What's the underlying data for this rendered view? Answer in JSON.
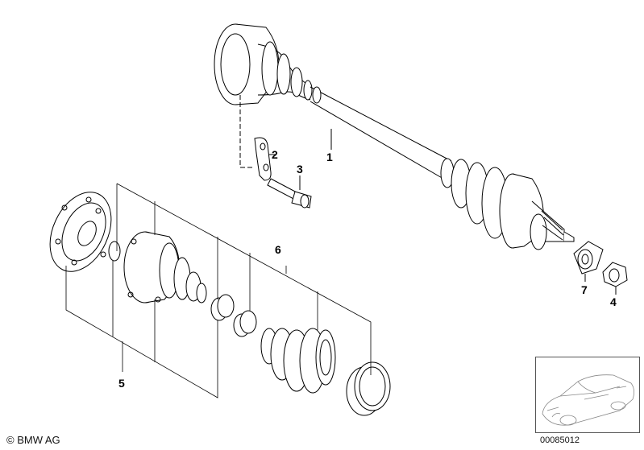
{
  "colors": {
    "line": "#000000",
    "fill": "#ffffff",
    "shade": "#e8e8e8",
    "thumb_line": "#888888"
  },
  "callouts": {
    "c1": "1",
    "c2": "2",
    "c3": "3",
    "c4": "4",
    "c5": "5",
    "c6": "6",
    "c7": "7"
  },
  "footer": {
    "copyright": "© BMW AG",
    "image_number": "00085012"
  },
  "thumbnail": {
    "icon": "car-silhouette-icon"
  }
}
